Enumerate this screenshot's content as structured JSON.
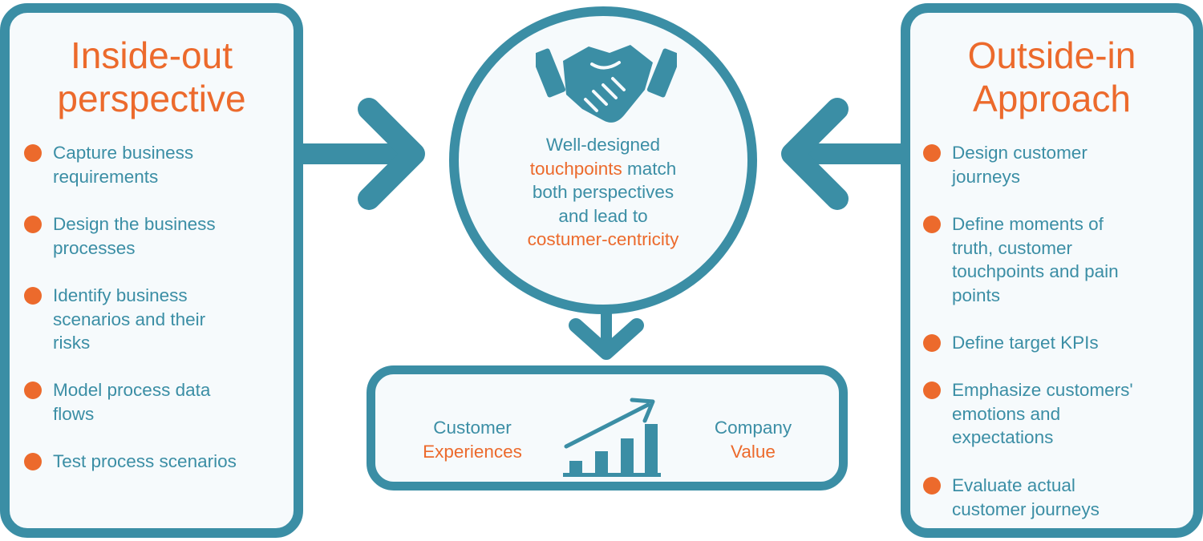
{
  "left_panel": {
    "title_line1": "Inside-out",
    "title_line2": "perspective",
    "items": [
      {
        "line1": "Capture business",
        "line2": "requirements",
        "line3": ""
      },
      {
        "line1": "Design the business",
        "line2": "processes",
        "line3": ""
      },
      {
        "line1": "Identify business",
        "line2": "scenarios and their",
        "line3": "risks"
      },
      {
        "line1": "Model process data",
        "line2": "flows",
        "line3": ""
      },
      {
        "line1": "Test process scenarios",
        "line2": "",
        "line3": ""
      }
    ]
  },
  "right_panel": {
    "title_line1": "Outside-in",
    "title_line2": "Approach",
    "items": [
      {
        "line1": "Design customer",
        "line2": "journeys",
        "line3": "",
        "line4": ""
      },
      {
        "line1": "Define moments of",
        "line2": "truth, customer",
        "line3": "touchpoints and pain",
        "line4": "points"
      },
      {
        "line1": "Define target KPIs",
        "line2": "",
        "line3": "",
        "line4": ""
      },
      {
        "line1": "Emphasize customers'",
        "line2": "emotions and",
        "line3": "expectations",
        "line4": ""
      },
      {
        "line1": "Evaluate actual",
        "line2": "customer journeys",
        "line3": "",
        "line4": ""
      }
    ]
  },
  "center": {
    "line1": "Well-designed",
    "line2_highlight": "touchpoints",
    "line2_rest": " match",
    "line3": "both perspectives",
    "line4": "and lead to",
    "line5_highlight": "costumer-centricity"
  },
  "result": {
    "left_line1": "Customer",
    "left_line2": "Experiences",
    "right_line1": "Company",
    "right_line2": "Value"
  },
  "colors": {
    "teal": "#3b8ea5",
    "orange": "#ec6a2c",
    "panel_bg": "#f6fafc"
  },
  "icons": {
    "center_icon": "handshake-icon",
    "result_icon": "growth-chart-icon"
  }
}
